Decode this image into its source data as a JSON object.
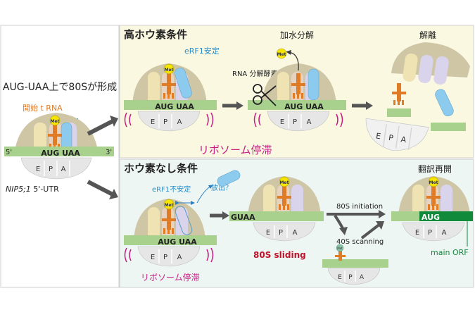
{
  "left": {
    "title": "AUG-UAA上で80Sが形成",
    "trna_label": "開始 t RNA",
    "erf1_label": "eRF1",
    "met": "Met",
    "codons": "AUG UAA",
    "site_e": "E",
    "site_p": "P",
    "site_a": "A",
    "five_prime": "5'",
    "three_prime": "3'",
    "utr_gene": "NIP5;1",
    "utr_suffix": " 5'-UTR"
  },
  "top": {
    "title": "高ホウ素条件",
    "erf1_stable": "eRF1安定",
    "hydrolysis": "加水分解",
    "rnase": "RNA 分解酵素",
    "dissociation": "解離",
    "stalling": "リボソーム停滞",
    "met": "Met",
    "codons": "AUG UAA",
    "site_e": "E",
    "site_p": "P",
    "site_a": "A"
  },
  "bottom": {
    "title": "ホウ素なし条件",
    "erf1_unstable": "eRF1不安定",
    "release_q": "放出？",
    "guaa": "GUAA",
    "sliding": "80S sliding",
    "initiation": "80S initiation",
    "scanning": "40S scanning",
    "reinit": "翻訳再開",
    "aug": "AUG",
    "main_orf": "main ORF",
    "stalling": "リボソーム停滞",
    "met": "Met",
    "codons": "AUG UAA",
    "site_e": "E",
    "site_p": "P",
    "site_a": "A"
  },
  "colors": {
    "panel_top": "#fbf8e2",
    "panel_bottom": "#eef6f3",
    "ribosome_large": "#cfc6a6",
    "ribosome_small": "#e6e6e6",
    "mrna": "#a9d18e",
    "trna": "#e07b26",
    "erf1": "#8ccbed",
    "met": "#f5e400",
    "stall_arc": "#c71c85",
    "orf_green": "#128a3c",
    "sliding_red": "#c0142c",
    "arrow_gray": "#555555"
  }
}
